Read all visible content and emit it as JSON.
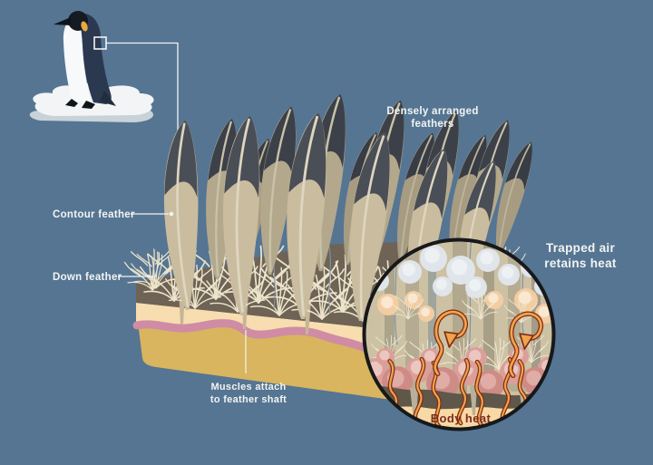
{
  "figure": {
    "subject": "penguin-feather-insulation-diagram",
    "labels": {
      "contour_feather": "Contour feather",
      "down_feather": "Down feather",
      "densely_arranged_line1": "Densely arranged",
      "densely_arranged_line2": "feathers",
      "muscles_line1": "Muscles attach",
      "muscles_line2": "to feather shaft",
      "trapped_air_line1": "Trapped air",
      "trapped_air_line2": "retains heat",
      "body_heat": "Body heat"
    },
    "colors": {
      "background": "#557593",
      "label_text": "#f3f4f1",
      "feather_vane": "#cabc9e",
      "feather_tip": "#474b54",
      "down_feather": "#ece4cb",
      "skin_surface": "#6e6355",
      "epidermis": "#f7ddb0",
      "muscle_layer": "#cf8ca4",
      "fat_layer": "#d8b55e",
      "inset_background": "#cdc1a4",
      "inset_border": "#17181a",
      "heat_arrow": "#f1a34c",
      "heat_arrow_outline": "#7e2c12",
      "body_heat_zone": "#f8d9a6",
      "body_heat_text": "#7c2d1e",
      "penguin_back": "#2b3950",
      "penguin_belly": "#f7f9fa",
      "ice": "#f2f4f6"
    }
  }
}
